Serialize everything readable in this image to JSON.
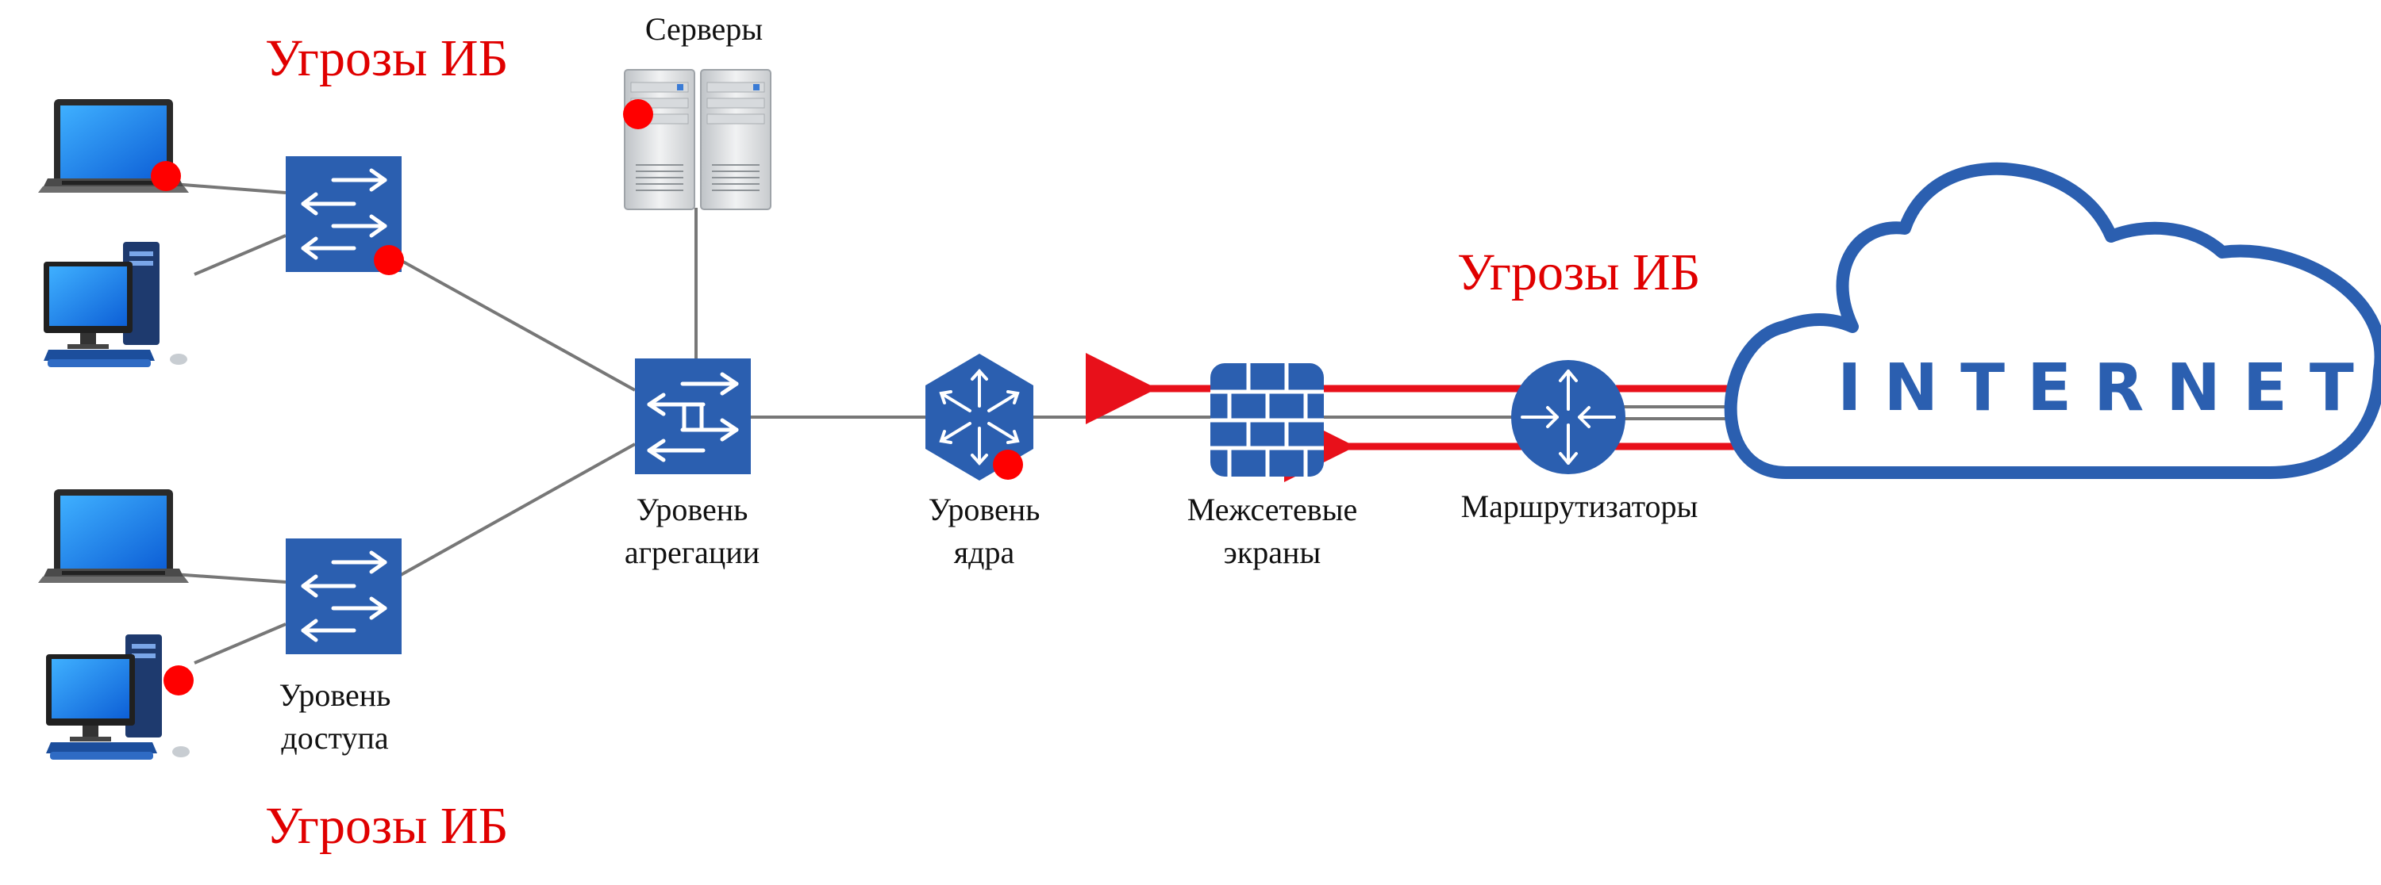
{
  "labels": {
    "servers": "Серверы",
    "aggregation_line1": "Уровень",
    "aggregation_line2": "агрегации",
    "core_line1": "Уровень",
    "core_line2": "ядра",
    "firewalls_line1": "Межсетевые",
    "firewalls_line2": "экраны",
    "routers": "Маршрутизаторы",
    "access_line1": "Уровень",
    "access_line2": "доступа",
    "internet": "INTERNET"
  },
  "threats": {
    "top_left": "Угрозы ИБ",
    "right": "Угрозы ИБ",
    "bottom_left": "Угрозы ИБ"
  },
  "colors": {
    "device_blue": "#2b5fb0",
    "threat_red": "#e00000",
    "attack_arrow_red": "#e8101a",
    "link_gray": "#777777"
  },
  "icons": [
    "laptop-icon",
    "desktop-pc-icon",
    "switch-icon",
    "server-icon",
    "core-switch-icon",
    "firewall-icon",
    "router-icon",
    "cloud-icon"
  ]
}
